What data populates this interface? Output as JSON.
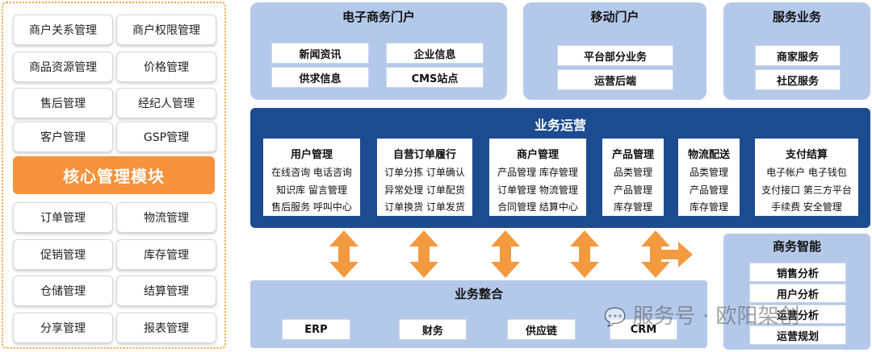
{
  "left": {
    "top_items": [
      "商户关系管理",
      "商户权限管理",
      "商品资源管理",
      "价格管理",
      "售后管理",
      "经纪人管理",
      "客户管理",
      "GSP管理"
    ],
    "core_title": "核心管理模块",
    "bottom_items": [
      "订单管理",
      "物流管理",
      "促销管理",
      "库存管理",
      "仓储管理",
      "结算管理",
      "分享管理",
      "报表管理"
    ]
  },
  "ecommerce_portal": {
    "title": "电子商务门户",
    "items": [
      "新闻资讯",
      "企业信息",
      "供求信息",
      "CMS站点"
    ]
  },
  "mobile_portal": {
    "title": "移动门户",
    "items": [
      "平台部分业务",
      "运营后端"
    ]
  },
  "service_business": {
    "title": "服务业务",
    "items": [
      "商家服务",
      "社区服务"
    ]
  },
  "operations": {
    "title": "业务运营",
    "columns": [
      {
        "title": "用户管理",
        "lines": [
          "在线咨询 电话咨询",
          "知识库  留言管理",
          "售后服务 呼叫中心"
        ]
      },
      {
        "title": "自营订单履行",
        "lines": [
          "订单分拣 订单确认",
          "异常处理 订单配货",
          "订单换货 订单发货"
        ]
      },
      {
        "title": "商户管理",
        "lines": [
          "产品管理 库存管理",
          "订单管理 物流管理",
          "合同管理 结算中心"
        ]
      },
      {
        "title": "产品管理",
        "lines": [
          "品类管理",
          "产品管理",
          "库存管理"
        ]
      },
      {
        "title": "物流配送",
        "lines": [
          "品类管理",
          "产品管理",
          "库存管理"
        ]
      },
      {
        "title": "支付结算",
        "lines": [
          "电子帐户  电子钱包",
          "支付接口 第三方平台",
          "手续费    安全管理"
        ]
      }
    ]
  },
  "integration": {
    "title": "业务整合",
    "items": [
      "ERP",
      "财务",
      "供应链",
      "CRM"
    ]
  },
  "business_intelligence": {
    "title": "商务智能",
    "items": [
      "销售分析",
      "用户分析",
      "运营分析",
      "运营规划"
    ]
  },
  "watermark": "服务号 · 欧阳架创",
  "colors": {
    "accent_orange": "#f6913c",
    "dark_blue": "#1d4b8f",
    "light_blue": "#b4c9ea",
    "arrow_orange": "#f39a3e"
  }
}
